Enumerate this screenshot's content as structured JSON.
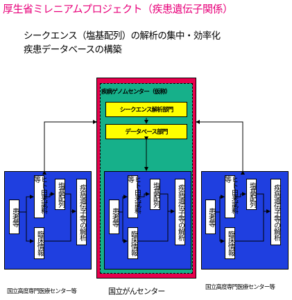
{
  "title": "厚生省ミレニアムプロジェクト（疾患遺伝子関係）",
  "subtitle_line1": "シークエンス（塩基配列）の解析の集中・効率化",
  "subtitle_line2": "疾患データベースの構築",
  "center": {
    "header": "疾病ゲノムセンター（仮称）",
    "dept_sequence": "シークエンス解析部門",
    "dept_database": "データベース部門",
    "caption": "国立がんセンター"
  },
  "unit": {
    "patients": "患者等",
    "samples": "ヒト由来試料等",
    "clinical": "臨床情報",
    "sequence": "塩基配列",
    "analysis": "疾病遺伝子等の解析"
  },
  "left_caption": "国立高度専門医療センター等",
  "right_caption": "国立高度専門医療センター等",
  "colors": {
    "title": "#e8007a",
    "outer_frame": "#e8004d",
    "inner_frame": "#16b08a",
    "panel": "#1f3fe0",
    "department": "#ffff00"
  }
}
